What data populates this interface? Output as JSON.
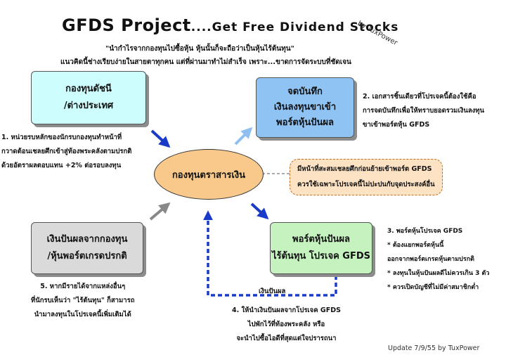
{
  "header": {
    "title_main": "GFDS Project",
    "title_rest": "....Get Free Dividend Stocks",
    "byline": "by TuxPower",
    "quote": "\"นำกำไรจากกองทุนไปซื้อหุ้น หุ้นนั้นก็จะถือว่าเป็นหุ้นไร้ต้นทุน\"",
    "intro": "แนวคิดนี้ช่างเรียบง่ายในสายตาทุกคน แต่ที่ผ่านมาทำไม่สำเร็จ เพราะ...ขาดการจัดระบบที่ชัดเจน"
  },
  "nodes": {
    "foreign_fund": {
      "line1": "กองทุนดัชนี",
      "line2": "/ต่างประเทศ"
    },
    "record": {
      "line1": "จดบันทึก",
      "line2": "เงินลงทุนขาเข้า",
      "line3": "พอร์ตหุ้นปันผล"
    },
    "center": {
      "label": "กองทุนตราสารเงิน"
    },
    "dividend_fund": {
      "line1": "เงินปันผลจากกองทุน",
      "line2": "/หุ้นพอร์ตเกรดปรกติ"
    },
    "gfds_portfolio": {
      "line1": "พอร์ตหุ้นปันผล",
      "line2": "ไร้ต้นทุน โปรเจค GFDS"
    }
  },
  "notes": {
    "note1": [
      "1. หน่วยรบหลักของนักรบกองทุนทำหน้าที่",
      "กวาดต้อนเชลยศึกเข้าสู่ท้องพระคลังตามปรกติ",
      "ด้วยอัตราผลตอบแทน +2% ต่อรอบลงทุน"
    ],
    "note2": [
      "2. เอกสารชิ้นเดียวที่โปรเจคนี้ต้องใช้คือ",
      "การจดบันทึกเพื่อให้ทราบยอดรวมเงินลงทุน",
      "ขาเข้าพอร์ตหุ้น GFDS"
    ],
    "note3": [
      "3. พอร์ตหุ้นโปรเจค GFDS",
      "* ต้องแยกพอร์ตหุ้นนี้",
      "ออกจากพอร์ตเกรดหุ้นตามปรกติ",
      "* ลงทุนในหุ้นปันผลดีไม่ควรเกิน 3 ตัว",
      "* ควรเปิดบัญชีที่ไม่มีค่าสมาชิกต่ำ"
    ],
    "note4": [
      "4. ให้นำเงินปันผลจากโปรเจค GFDS",
      "ไปพักไว้ที่ท้องพระคลัง หรือ",
      "จะนำไปซื้อไอดีที่สุดแต่ใจปรารถนา"
    ],
    "note5": [
      "5. หากมีรายได้จากแหล่งอื่นๆ",
      "ที่นักรบเห็นว่า \"ไร้ต้นทุน\" ก็สามารถ",
      "นำมาลงทุนในโปรเจคนี้เพิ่มเติมได้"
    ],
    "center_note": [
      "มีหน้าที่สะสมเชลยศึกก่อนย้ายเข้าพอร์ต GFDS",
      "ควรใช้เฉพาะโปรเจคนี้ไม่ปะปนกับจุดประสงค์อื่น"
    ]
  },
  "dashed_label": "เงินปันผล",
  "footer": "Update 7/9/55 by TuxPower",
  "colors": {
    "cyan": "#cdfdfd",
    "blue": "#8fc3f3",
    "orange": "#f8c98a",
    "green": "#c6f2c0",
    "grey": "#dadada",
    "arrow_blue": "#1a3bc8",
    "arrow_lightblue": "#8fbef0",
    "arrow_grey": "#888888"
  }
}
